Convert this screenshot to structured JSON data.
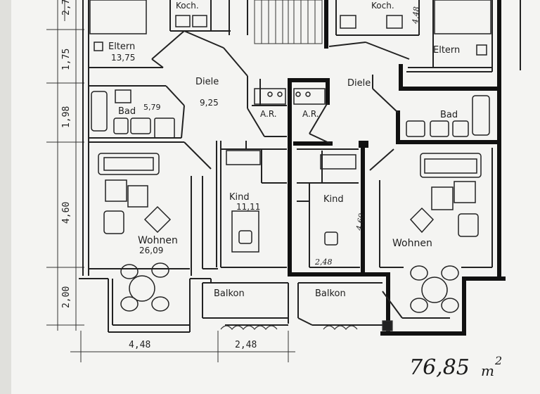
{
  "drawing": {
    "top_dims": [
      "2,7",
      "4,48"
    ],
    "area_total": "76,85",
    "area_unit": "m",
    "area_exp": "2"
  },
  "left_unit": {
    "eltern": {
      "label": "Eltern",
      "area": "13,75"
    },
    "koch": "Koch.",
    "diele": {
      "label": "Diele",
      "area": "9,25"
    },
    "bad": {
      "label": "Bad",
      "area": "5,79"
    },
    "ar": "A.R.",
    "kind": {
      "label": "Kind",
      "area": "11,11"
    },
    "wohnen": {
      "label": "Wohnen",
      "area": "26,09"
    },
    "balkon": "Balkon"
  },
  "right_unit": {
    "koch": "Koch.",
    "eltern": "Eltern",
    "diele": "Diele",
    "ar": "A.R.",
    "bad": "Bad",
    "kind": "Kind",
    "kind_dim": "4,60",
    "kind_width": "2,48",
    "wohnen": "Wohnen",
    "balkon": "Balkon"
  },
  "dimensions": {
    "vertical": [
      "1,75",
      "1,98",
      "4,60",
      "2,00"
    ],
    "horizontal": [
      "4,48",
      "2,48"
    ]
  }
}
